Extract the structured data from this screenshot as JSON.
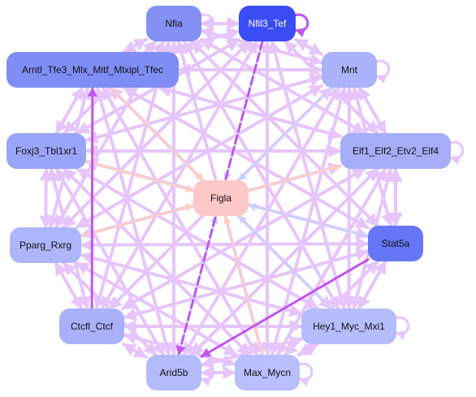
{
  "nodes": [
    {
      "id": "nfia",
      "label": "Nfia",
      "fill": "#8590f4"
    },
    {
      "id": "nfil3",
      "label": "Nfil3_Tef",
      "fill": "#3a4cf3",
      "text_color": "#ffffff"
    },
    {
      "id": "arntl",
      "label": "Arntl_Tfe3_Mlx_Mitf_Mlxipl_Tfec",
      "fill": "#7f8df5"
    },
    {
      "id": "mnt",
      "label": "Mnt",
      "fill": "#aab3fb"
    },
    {
      "id": "foxj3",
      "label": "Foxj3_Tbl1xr1",
      "fill": "#9aa4f8"
    },
    {
      "id": "elf1",
      "label": "Elf1_Elf2_Etv2_Elf4",
      "fill": "#a6aefa"
    },
    {
      "id": "figla",
      "label": "Figla",
      "fill": "#ffc8c8"
    },
    {
      "id": "pparg",
      "label": "Pparg_Rxrg",
      "fill": "#aeb6fb"
    },
    {
      "id": "stat5a",
      "label": "Stat5a",
      "fill": "#6676f6"
    },
    {
      "id": "ctcfl",
      "label": "Ctcfl_Ctcf",
      "fill": "#a9b1fa"
    },
    {
      "id": "hey1",
      "label": "Hey1_Myc_Mxi1",
      "fill": "#b6bdfc"
    },
    {
      "id": "arid5b",
      "label": "Arid5b",
      "fill": "#b4bbfb"
    },
    {
      "id": "max",
      "label": "Max_Mycn",
      "fill": "#b8bffc"
    }
  ],
  "edge_colors": {
    "default": "#e6c5fb",
    "strong": "#c155ee",
    "to_figla_blue": "#cbd2fb",
    "to_figla_peach": "#fbd0c0"
  },
  "edges": [
    {
      "from": "nfil3",
      "to": "arid5b",
      "style": "strong-dashed"
    },
    {
      "from": "stat5a",
      "to": "arid5b",
      "style": "strong"
    },
    {
      "from": "ctcfl",
      "to": "arntl",
      "style": "strong"
    },
    {
      "from": "nfil3",
      "to": "nfil3",
      "style": "strong-loop"
    },
    {
      "from": "elf1",
      "to": "stat5a",
      "style": "medium"
    },
    {
      "from": "nfil3",
      "to": "figla",
      "style": "blue"
    },
    {
      "from": "stat5a",
      "to": "figla",
      "style": "blue"
    },
    {
      "from": "hey1",
      "to": "figla",
      "style": "blue"
    },
    {
      "from": "foxj3",
      "to": "figla",
      "style": "peach"
    },
    {
      "from": "figla",
      "to": "elf1",
      "style": "peach"
    },
    {
      "from": "pparg",
      "to": "figla",
      "style": "peach"
    },
    {
      "from": "max",
      "to": "figla",
      "style": "peach"
    },
    {
      "from": "arid5b",
      "to": "figla",
      "style": "blue"
    },
    {
      "from": "mnt",
      "to": "figla",
      "style": "blue"
    },
    {
      "from": "arntl",
      "to": "figla",
      "style": "peach"
    },
    {
      "from": "nfia",
      "to": "nfil3"
    },
    {
      "from": "nfia",
      "to": "arntl"
    },
    {
      "from": "nfia",
      "to": "mnt"
    },
    {
      "from": "nfia",
      "to": "foxj3"
    },
    {
      "from": "nfia",
      "to": "elf1"
    },
    {
      "from": "nfia",
      "to": "pparg"
    },
    {
      "from": "nfia",
      "to": "stat5a"
    },
    {
      "from": "nfia",
      "to": "ctcfl"
    },
    {
      "from": "nfia",
      "to": "hey1"
    },
    {
      "from": "nfia",
      "to": "arid5b"
    },
    {
      "from": "nfia",
      "to": "max"
    },
    {
      "from": "nfil3",
      "to": "arntl"
    },
    {
      "from": "nfil3",
      "to": "mnt"
    },
    {
      "from": "nfil3",
      "to": "foxj3"
    },
    {
      "from": "nfil3",
      "to": "elf1"
    },
    {
      "from": "nfil3",
      "to": "pparg"
    },
    {
      "from": "nfil3",
      "to": "ctcfl"
    },
    {
      "from": "nfil3",
      "to": "hey1"
    },
    {
      "from": "nfil3",
      "to": "max"
    },
    {
      "from": "arntl",
      "to": "mnt"
    },
    {
      "from": "arntl",
      "to": "foxj3"
    },
    {
      "from": "arntl",
      "to": "elf1"
    },
    {
      "from": "arntl",
      "to": "pparg"
    },
    {
      "from": "arntl",
      "to": "stat5a"
    },
    {
      "from": "arntl",
      "to": "hey1"
    },
    {
      "from": "arntl",
      "to": "arid5b"
    },
    {
      "from": "arntl",
      "to": "max"
    },
    {
      "from": "mnt",
      "to": "foxj3"
    },
    {
      "from": "mnt",
      "to": "elf1"
    },
    {
      "from": "mnt",
      "to": "pparg"
    },
    {
      "from": "mnt",
      "to": "stat5a"
    },
    {
      "from": "mnt",
      "to": "ctcfl"
    },
    {
      "from": "mnt",
      "to": "hey1"
    },
    {
      "from": "mnt",
      "to": "arid5b"
    },
    {
      "from": "mnt",
      "to": "max"
    },
    {
      "from": "foxj3",
      "to": "elf1"
    },
    {
      "from": "foxj3",
      "to": "pparg"
    },
    {
      "from": "foxj3",
      "to": "stat5a"
    },
    {
      "from": "foxj3",
      "to": "ctcfl"
    },
    {
      "from": "foxj3",
      "to": "hey1"
    },
    {
      "from": "foxj3",
      "to": "arid5b"
    },
    {
      "from": "foxj3",
      "to": "max"
    },
    {
      "from": "elf1",
      "to": "pparg"
    },
    {
      "from": "elf1",
      "to": "ctcfl"
    },
    {
      "from": "elf1",
      "to": "hey1"
    },
    {
      "from": "elf1",
      "to": "arid5b"
    },
    {
      "from": "elf1",
      "to": "max"
    },
    {
      "from": "pparg",
      "to": "stat5a"
    },
    {
      "from": "pparg",
      "to": "ctcfl"
    },
    {
      "from": "pparg",
      "to": "hey1"
    },
    {
      "from": "pparg",
      "to": "arid5b"
    },
    {
      "from": "pparg",
      "to": "max"
    },
    {
      "from": "stat5a",
      "to": "ctcfl"
    },
    {
      "from": "stat5a",
      "to": "hey1"
    },
    {
      "from": "stat5a",
      "to": "max"
    },
    {
      "from": "ctcfl",
      "to": "hey1"
    },
    {
      "from": "ctcfl",
      "to": "arid5b"
    },
    {
      "from": "ctcfl",
      "to": "max"
    },
    {
      "from": "hey1",
      "to": "arid5b"
    },
    {
      "from": "hey1",
      "to": "max"
    },
    {
      "from": "arid5b",
      "to": "max"
    },
    {
      "from": "nfia",
      "to": "nfia",
      "style": "loop"
    },
    {
      "from": "mnt",
      "to": "mnt",
      "style": "loop"
    },
    {
      "from": "elf1",
      "to": "elf1",
      "style": "loop"
    },
    {
      "from": "hey1",
      "to": "hey1",
      "style": "loop"
    },
    {
      "from": "max",
      "to": "max",
      "style": "loop"
    },
    {
      "from": "arid5b",
      "to": "arid5b",
      "style": "loop"
    }
  ]
}
